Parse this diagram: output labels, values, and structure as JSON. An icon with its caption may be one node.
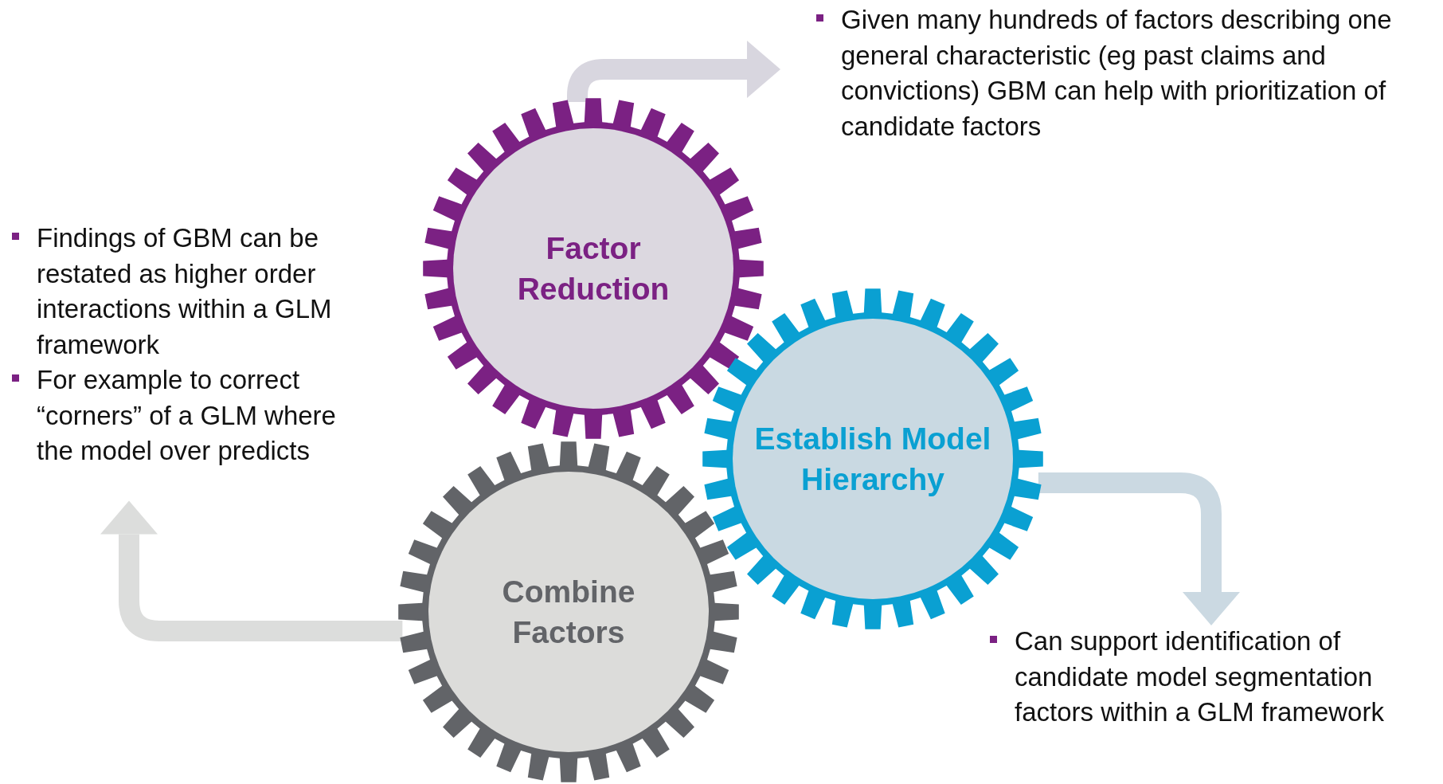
{
  "diagram": {
    "nodes": [
      {
        "text": [
          "Factor Reduction"
        ]
      },
      {
        "text": [
          "Establish Model Hierarchy"
        ]
      },
      {
        "text": [
          "Combine Factors"
        ]
      },
      {
        "text": [
          "Given many hundreds of factors describing one general characteristic (eg past claims and convictions) GBM can help with prioritization of candidate factors"
        ]
      },
      {
        "text": [
          "Can support identification of candidate model segmentation factors within a GLM framework"
        ]
      },
      {
        "text": [
          "Findings of GBM can be restated as higher order interactions within a GLM framework",
          "For example to correct “corners” of a GLM where the model over predicts"
        ]
      }
    ],
    "edges": [
      {
        "from": 0,
        "to": 3,
        "arrow": "to",
        "color": "#d8d6df"
      },
      {
        "from": 1,
        "to": 4,
        "arrow": "to",
        "color": "#cbd9e2"
      },
      {
        "from": 2,
        "to": 5,
        "arrow": "to",
        "color": "#dcdddc"
      }
    ]
  }
}
